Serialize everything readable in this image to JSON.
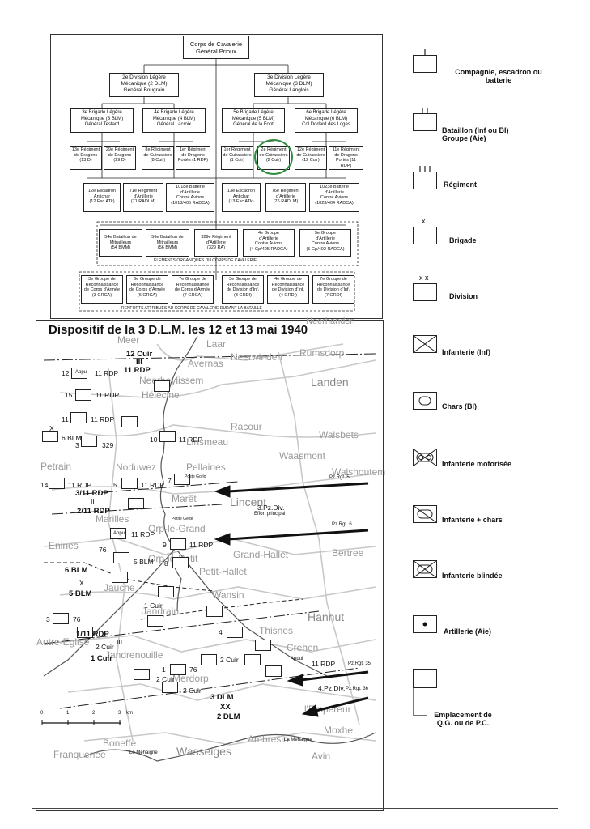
{
  "orgchart": {
    "title": "Corps de Cavalerie\nGénéral Prioux",
    "divisions": [
      {
        "text": "2e Division Légère\nMécanique (2 DLM)\nGénéral Bougrain"
      },
      {
        "text": "3e Division Légère\nMécanique (3 DLM)\nGénéral Langlois"
      }
    ],
    "brigades": [
      {
        "text": "3e Brigade Légère\nMécanique (3 BLM)\nGénéral Testard"
      },
      {
        "text": "4e Brigade Légère\nMécanique (4 BLM)\nGénéral Lacroix"
      },
      {
        "text": "5e Brigade Légère\nMécanique (5 BLM)\nGénéral de la Font"
      },
      {
        "text": "6e Brigade Légère\nMécanique (6 BLM)\nCol Dodard des Loges"
      }
    ],
    "regiments": [
      {
        "text": "13e Régiment\nde Dragons\n(13 D)"
      },
      {
        "text": "29e Régiment\nde Dragons\n(29 D)"
      },
      {
        "text": "8e Régiment\nde Cuirassiers\n(8 Cuir)"
      },
      {
        "text": "1er Régiment\nde Dragons\nPortés (1 RDP)"
      },
      {
        "text": "1er Régiment\nde Cuirassiers\n(1 Cuir)"
      },
      {
        "text": "2e Régiment\nde Cuirassiers\n(2 Cuir)"
      },
      {
        "text": "12e Régiment\nde Cuirassiers\n(12 Cuir)"
      },
      {
        "text": "11e Régiment\nde Dragons\nPortés (11 RDP)"
      }
    ],
    "support": [
      {
        "text": "12e Escadron\nAntichar\n(12 Esc ATk)"
      },
      {
        "text": "71e Régiment\nd'Artillerie\n(71 RADLM)"
      },
      {
        "text": "1018e Batterie\nd'Artillerie\nContre Avions\n(1018/405 RADCA)"
      },
      {
        "text": "13e Escadron\nAntichar\n(13 Esc ATk)"
      },
      {
        "text": "76e Régiment\nd'Artillerie\n(76 RADLM)"
      },
      {
        "text": "1023e Batterie\nd'Artillerie\nContre Avions\n(1023/404 RADCA)"
      }
    ],
    "organic": [
      {
        "text": "54e Bataillon de\nMitrailleurs\n(54 BMM)"
      },
      {
        "text": "56e Bataillon de\nMitrailleurs\n(56 BMM)"
      },
      {
        "text": "329e Régiment\nd'Artillerie\n(329 RA)"
      },
      {
        "text": "4e Groupe\nd'Artillerie\nContre Avions\n(4 Gp/405 RADCA)"
      },
      {
        "text": "5e Groupe\nd'Artillerie\nContre Avions\n(5 Gp/402 RADCA)"
      }
    ],
    "organic_caption": "ELEMENTS ORGANIQUES DU CORPS DE CAVALERIE",
    "reinforcements": [
      {
        "text": "3e Groupe de\nReconnaissance\nde Corps d'Armée\n(3 GRCA)"
      },
      {
        "text": "6e Groupe de\nReconnaissance\nde Corps d'Armée\n(6 GRCA)"
      },
      {
        "text": "7e Groupe de\nReconnaissance\nde Corps d'Armée\n(7 GRCA)"
      },
      {
        "text": "3e Groupe de\nReconnaissance\nde Division d'Inf.\n(3 GRDI)"
      },
      {
        "text": "4e Groupe de\nReconnaissance\nde Division d'Inf.\n(4 GRDI)"
      },
      {
        "text": "7e Groupe de\nReconnaissance\nde Division d'Inf.\n(7 GRDI)"
      }
    ],
    "reinforcements_caption": "RENFORTS ATTRIBUES AU CORPS DE CAVALERIE DURANT LA BATAILLE"
  },
  "map": {
    "title": "Dispositif de la 3 D.L.M. les 12 et 13 mai 1940",
    "towns": [
      "Neerhanden",
      "Meer",
      "Laar",
      "Avernas",
      "Neerwinden",
      "Rumsdorp",
      "Landen",
      "Neerheylissem",
      "Hélécine",
      "Racour",
      "Walsbets",
      "Linsmeau",
      "Waasmont",
      "Petrain",
      "Noduwez",
      "Pellaines",
      "Walshoutem",
      "Marêt",
      "Lincent",
      "Marilles",
      "Orp-le-Grand",
      "Enines",
      "Orp-le-Petit",
      "Grand-Hallet",
      "Bertree",
      "Petit-Hallet",
      "Jauche",
      "Wansin",
      "Jandrain",
      "Hannut",
      "Autre-Eglise",
      "Thisnes",
      "Jandrenouille",
      "Crehen",
      "Merdorp",
      "l'Empereur",
      "Moxhe",
      "Ambresin",
      "Boneffe",
      "Franquenée",
      "Wasseiges",
      "Avin"
    ],
    "unit_labels": [
      "12 Cuir",
      "III",
      "11 RDP",
      "12",
      "Appui",
      "11 RDP",
      "15",
      "11 RDP",
      "11",
      "11 RDP",
      "6 BLM",
      "X",
      "3",
      "329",
      "14",
      "11 RDP",
      "5",
      "11 RDP",
      "7",
      "3/11 RDP",
      "II",
      "2/11 RDP",
      "10",
      "11 RDP",
      "Appui",
      "11 RDP",
      "9",
      "11 RDP",
      "8",
      "76",
      "5 BLM",
      "6 BLM",
      "X",
      "5 BLM",
      "1 Cuir",
      "3",
      "76",
      "4",
      "1/11 RDP",
      "2 Cuir",
      "III",
      "1 Cuir",
      "2 Cuir",
      "1",
      "76",
      "2 Cuir",
      "2 Cuir",
      "Appui",
      "11 RDP",
      "3 DLM",
      "XX",
      "2 DLM"
    ],
    "small_labels": [
      "Poste Gorlo",
      "Petite Gette",
      "Effort principal",
      "Le Mehaigne",
      "La Mehaigne"
    ],
    "german_attacks": [
      "Pz.Rgt. 5",
      "3.Pz.Div.",
      "Pz.Rgt. 6",
      "Pz.Rgt. 35",
      "4.Pz.Div.",
      "Pz.Rgt. 36"
    ],
    "scale": [
      "0",
      "1",
      "2",
      "3",
      "km"
    ]
  },
  "legend": [
    {
      "label": "Compagnie, escadron ou batterie",
      "icon": "single-tick-icon"
    },
    {
      "label": "Bataillon (Inf ou Bl)\nGroupe (Aie)",
      "icon": "double-tick-icon"
    },
    {
      "label": "Régiment",
      "icon": "triple-tick-icon"
    },
    {
      "label": "Brigade",
      "icon": "x-icon"
    },
    {
      "label": "Division",
      "icon": "xx-icon"
    },
    {
      "label": "Infanterie (Inf)",
      "icon": "cross-icon"
    },
    {
      "label": "Chars (Bl)",
      "icon": "oval-icon"
    },
    {
      "label": "Infanterie motorisée",
      "icon": "cross-oval-wheels-icon"
    },
    {
      "label": "Infanterie + chars",
      "icon": "oval-slash-icon"
    },
    {
      "label": "Infanterie blindée",
      "icon": "cross-oval-icon"
    },
    {
      "label": "Artillerie (Aie)",
      "icon": "dot-icon"
    },
    {
      "label": "Emplacement de\nQ.G. ou de P.C.",
      "icon": "flag-box-icon"
    }
  ],
  "colors": {
    "highlight_circle": "#2e8b3e",
    "river": "#444",
    "road": "#bbb",
    "arrow": "#111"
  }
}
